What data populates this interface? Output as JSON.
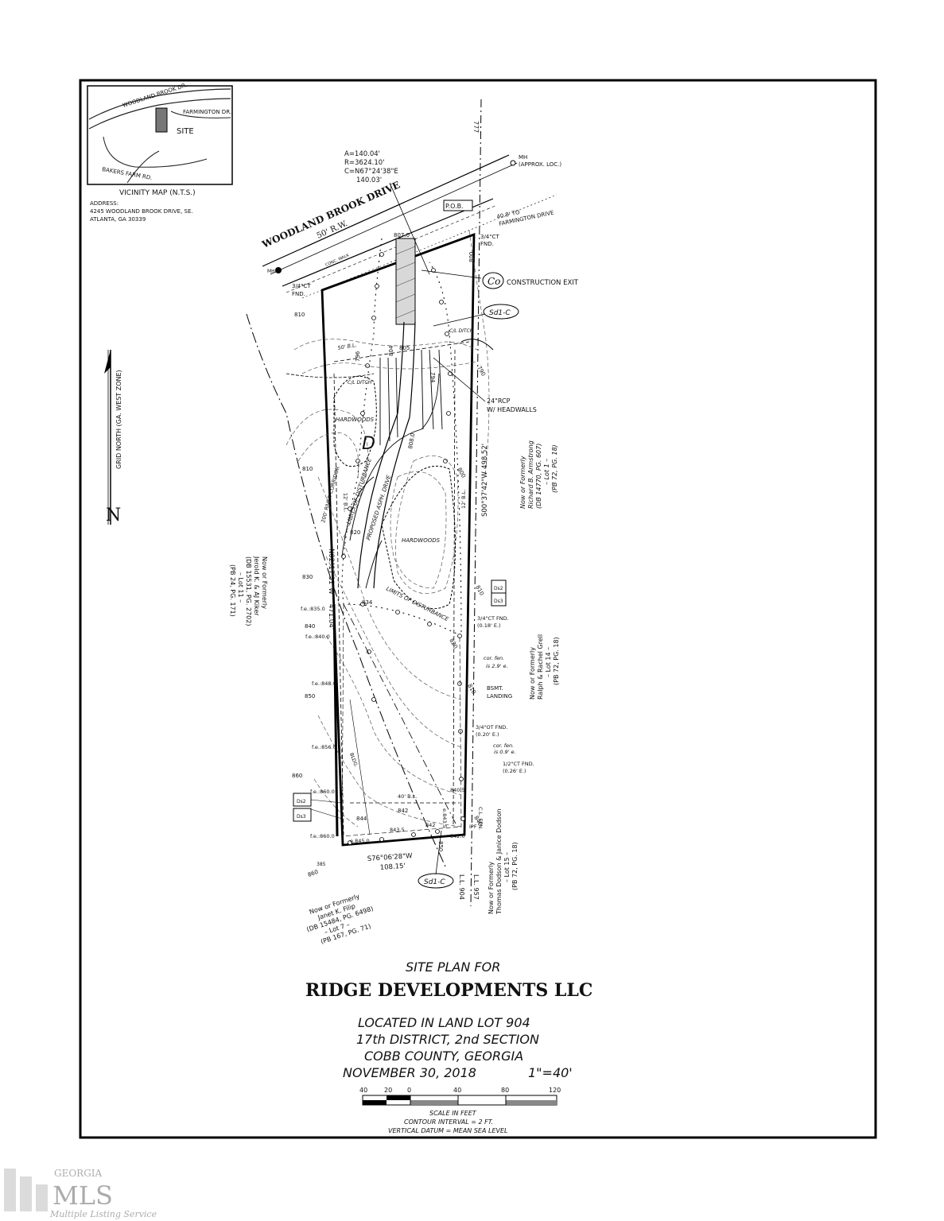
{
  "vicinity": {
    "roads": {
      "woodland": "WOODLAND BROOK DR.",
      "farmington": "FARMINGTON DR.",
      "bakers": "BAKERS FARM RD."
    },
    "site": "SITE",
    "caption": "VICINITY MAP (N.T.S.)",
    "address_label": "ADDRESS:",
    "address_line1": "4245 WOODLAND BROOK DRIVE, SE.",
    "address_line2": "ATLANTA, GA 30339"
  },
  "north": {
    "letter": "N",
    "label": "GRID NORTH (GA. WEST ZONE)"
  },
  "curve": {
    "a": "A=140.04'",
    "r": "R=3624.10'",
    "c": "C=N67°24'38\"E",
    "len": "140.03'"
  },
  "road": {
    "name": "WOODLAND BROOK DRIVE",
    "rw": "50' R.W.",
    "walk": "CONC. WALK"
  },
  "labels": {
    "mh_approx": "MH",
    "mh_approx2": "(APPROX. LOC.)",
    "mh": "MH",
    "pob": "P.O.B.",
    "to_farmington1": "40.8' TO",
    "to_farmington2": "FARMINGTON DRIVE",
    "ct_fnd_ne1": "3/4\"CT",
    "ct_fnd_ne2": "FND.",
    "ct_fnd_nw1": "3/4\"CT",
    "ct_fnd_nw2": "FND.",
    "co_tag": "Co",
    "construction_exit": "CONSTRUCTION EXIT",
    "sd1c": "Sd1-C",
    "sd1c_bottom": "Sd1-C",
    "rcp1": "24\"RCP",
    "rcp2": "W/ HEADWALLS",
    "hardwoods1": "HARDWOODS",
    "hardwoods2": "HARDWOODS",
    "limits1": "LIMITS OF DISTURBANCE",
    "limits2": "LIMITS OF DISTURBANCE",
    "drive": "PROPOSED ASPH. DRIVE",
    "bl50": "50' B.L.",
    "bl12e": "12' B.L.",
    "bl12w": "12' B.L.",
    "bl40": "40' B.L.",
    "corridor": "200' RIVER CORRIDOR",
    "cl_ditch1": "C/L DITCH",
    "cl_ditch2": "C/L DITCH",
    "east_bearing": "S00°37'42\"W",
    "east_dist": "498.52'",
    "west_bearing": "N02°17'31\"W",
    "west_dist": "471.04'",
    "south_bearing": "S76°06'28\"W",
    "south_dist": "108.15'",
    "ll_777": "777",
    "ll_904": "L.L. 904",
    "ll_957": "L.L. 957",
    "d_tag": "D",
    "ds2": "Ds2",
    "ds3": "Ds3",
    "ds2b": "Ds2",
    "ds3b": "Ds3",
    "ct_fnd_e1": "3/4\"CT FND.",
    "ct_fnd_e2": "(0.18' E.)",
    "cor_fen1": "cor. fen.",
    "cor_fen1b": "is 2.9' e.",
    "bsmt1": "BSMT.",
    "bsmt2": "LANDING",
    "ot_fnd1": "3/4\"OT FND.",
    "ot_fnd2": "(0.20' E.)",
    "cor_fen2": "cor. fen.",
    "cor_fen2b": "is 0.9' e.",
    "ct_half1": "1/2\"CT FND.",
    "ct_half2": "(0.26' E.)",
    "cl_fen": "C.L. FEN.",
    "ipf": "IPF",
    "bldg": "BLDG.",
    "ff835": "f.e.:835.0",
    "ff840": "f.e.:840.0",
    "ff848": "f.e.:848.0",
    "ff856": "f.e.:856.0",
    "ff860": "f.e.:860.0",
    "ff860b": "f.e.:860.0",
    "e845": "e.845.0",
    "e843": "843.5",
    "e842a": "842",
    "e842b": "842.0",
    "e840": "840.5",
    "e843b": "e.843.5"
  },
  "contours": [
    "810",
    "796",
    "804",
    "805",
    "794",
    "790",
    "800",
    "810",
    "820",
    "830",
    "834",
    "840",
    "850",
    "860",
    "844",
    "842",
    "850",
    "840",
    "808.0",
    "807.0",
    "800",
    "810",
    "820",
    "810",
    "385",
    "860"
  ],
  "owners": {
    "armstrong": [
      "Now or Formerly",
      "Richard B. Armstrong",
      "(DB 14770, PG. 607)",
      "– Lot 1 –",
      "(PB 72, PG. 18)"
    ],
    "kiker": [
      "Now or Formerly",
      "Jerold K. & AJ Kiker",
      "(DB 15531, PG. 2702)",
      "– Lot 11 –",
      "(PB 24, PG. 171)"
    ],
    "grell": [
      "Now or Formerly",
      "Ralph & Rachel Grell",
      "– Lot 14 –",
      "(PB 72, PG. 18)"
    ],
    "dodson": [
      "Now or Formerly",
      "Thomas Dodson & Janice Dodson",
      "– Lot 15 –",
      "(PB 72, PG. 18)"
    ],
    "filip": [
      "Now or Formerly",
      "Janet K. Filip",
      "(DB 15484, PG. 6498)",
      "– Lot 7 –",
      "(PB 167, PG. 71)"
    ]
  },
  "title": {
    "line1": "SITE PLAN FOR",
    "company": "RIDGE DEVELOPMENTS LLC",
    "loc1": "LOCATED IN LAND LOT 904",
    "loc2": "17th DISTRICT, 2nd SECTION",
    "loc3": "COBB COUNTY, GEORGIA",
    "date": "NOVEMBER 30, 2018",
    "scale": "1\"=40'"
  },
  "scale_bar": {
    "ticks": [
      "40",
      "20",
      "0",
      "40",
      "80",
      "120"
    ],
    "caption": "SCALE IN FEET",
    "contour": "CONTOUR INTERVAL = 2 FT.",
    "datum": "VERTICAL DATUM = MEAN SEA LEVEL"
  },
  "watermark": {
    "georgia": "GEORGIA",
    "mls": "MLS",
    "service": "Multiple Listing Service"
  }
}
